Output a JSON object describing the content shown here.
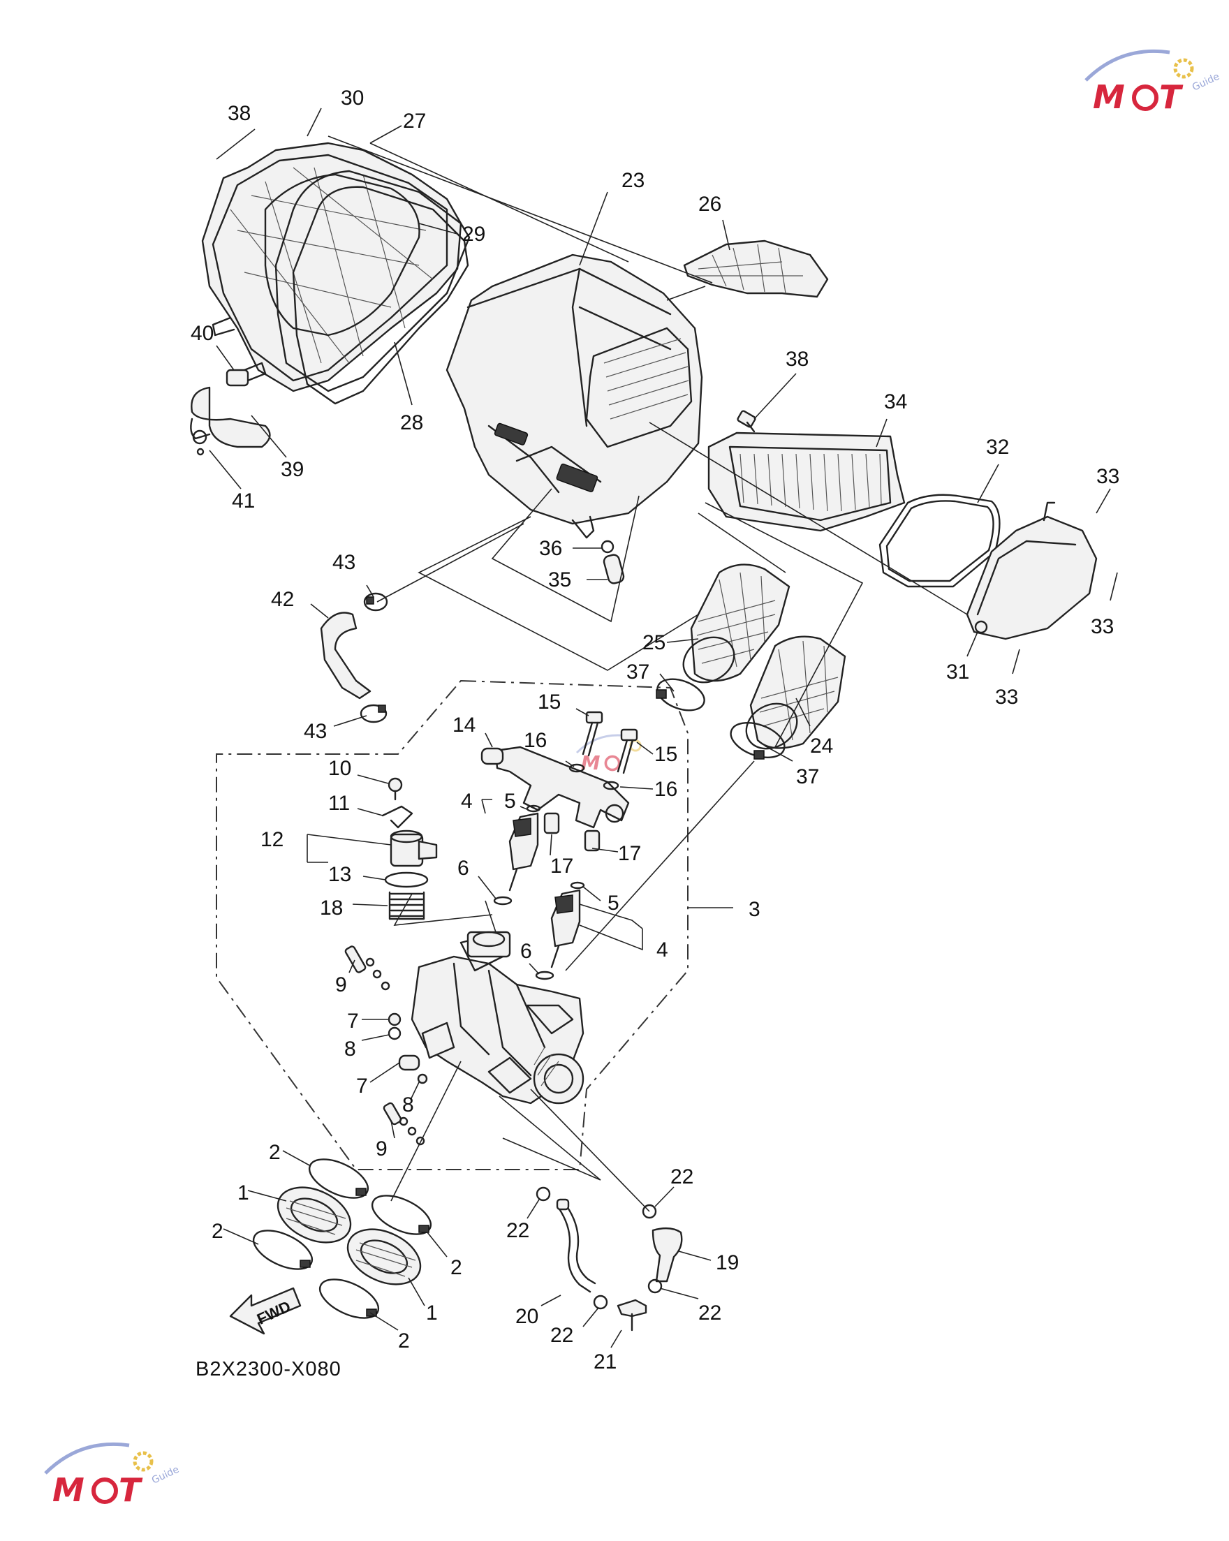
{
  "diagram_code": "B2X2300-X080",
  "fwd_label": "FWD",
  "watermark": {
    "brand": "MOT",
    "sub": "Guide",
    "color_red": "#d7263d",
    "color_blue": "#9aa7d8"
  },
  "callouts": [
    {
      "id": "c30",
      "text": "30"
    },
    {
      "id": "c38a",
      "text": "38"
    },
    {
      "id": "c27",
      "text": "27"
    },
    {
      "id": "c23",
      "text": "23"
    },
    {
      "id": "c26",
      "text": "26"
    },
    {
      "id": "c29",
      "text": "29"
    },
    {
      "id": "c40",
      "text": "40"
    },
    {
      "id": "c28",
      "text": "28"
    },
    {
      "id": "c39",
      "text": "39"
    },
    {
      "id": "c41",
      "text": "41"
    },
    {
      "id": "c38b",
      "text": "38"
    },
    {
      "id": "c34",
      "text": "34"
    },
    {
      "id": "c32",
      "text": "32"
    },
    {
      "id": "c33a",
      "text": "33"
    },
    {
      "id": "c33b",
      "text": "33"
    },
    {
      "id": "c33c",
      "text": "33"
    },
    {
      "id": "c31",
      "text": "31"
    },
    {
      "id": "c36",
      "text": "36"
    },
    {
      "id": "c35",
      "text": "35"
    },
    {
      "id": "c43a",
      "text": "43"
    },
    {
      "id": "c42",
      "text": "42"
    },
    {
      "id": "c43b",
      "text": "43"
    },
    {
      "id": "c25",
      "text": "25"
    },
    {
      "id": "c37a",
      "text": "37"
    },
    {
      "id": "c24",
      "text": "24"
    },
    {
      "id": "c37b",
      "text": "37"
    },
    {
      "id": "c15a",
      "text": "15"
    },
    {
      "id": "c14",
      "text": "14"
    },
    {
      "id": "c16a",
      "text": "16"
    },
    {
      "id": "c15b",
      "text": "15"
    },
    {
      "id": "c16b",
      "text": "16"
    },
    {
      "id": "c10",
      "text": "10"
    },
    {
      "id": "c11",
      "text": "11"
    },
    {
      "id": "c4a",
      "text": "4"
    },
    {
      "id": "c5a",
      "text": "5"
    },
    {
      "id": "c12",
      "text": "12"
    },
    {
      "id": "c17a",
      "text": "17"
    },
    {
      "id": "c17b",
      "text": "17"
    },
    {
      "id": "c13",
      "text": "13"
    },
    {
      "id": "c6a",
      "text": "6"
    },
    {
      "id": "c18",
      "text": "18"
    },
    {
      "id": "c5b",
      "text": "5"
    },
    {
      "id": "c3",
      "text": "3"
    },
    {
      "id": "c6b",
      "text": "6"
    },
    {
      "id": "c4b",
      "text": "4"
    },
    {
      "id": "c9a",
      "text": "9"
    },
    {
      "id": "c7a",
      "text": "7"
    },
    {
      "id": "c8a",
      "text": "8"
    },
    {
      "id": "c7b",
      "text": "7"
    },
    {
      "id": "c8b",
      "text": "8"
    },
    {
      "id": "c9b",
      "text": "9"
    },
    {
      "id": "c2a",
      "text": "2"
    },
    {
      "id": "c1a",
      "text": "1"
    },
    {
      "id": "c2b",
      "text": "2"
    },
    {
      "id": "c2c",
      "text": "2"
    },
    {
      "id": "c1b",
      "text": "1"
    },
    {
      "id": "c2d",
      "text": "2"
    },
    {
      "id": "c22a",
      "text": "22"
    },
    {
      "id": "c22b",
      "text": "22"
    },
    {
      "id": "c19",
      "text": "19"
    },
    {
      "id": "c20",
      "text": "20"
    },
    {
      "id": "c22c",
      "text": "22"
    },
    {
      "id": "c22d",
      "text": "22"
    },
    {
      "id": "c21",
      "text": "21"
    }
  ]
}
